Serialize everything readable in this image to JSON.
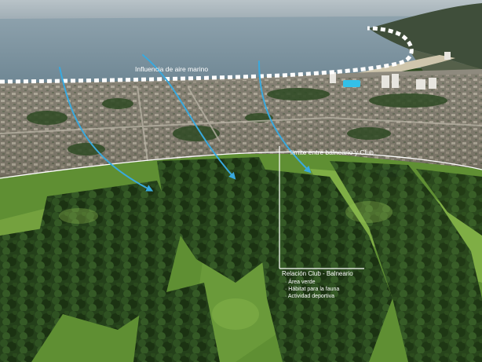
{
  "labels": {
    "marine_air": "Influencia de aire marino",
    "boundary": "límite entre balneario y Club",
    "relation_title": "Relación Club - Balneario",
    "relation_items": [
      "· Área verde",
      "· Hábitat para la fauna",
      "· Actividad deportiva"
    ]
  },
  "colors": {
    "arrow": "#39a9de",
    "annotation": "#ffffff",
    "sea": "#7f97a6",
    "forest": "#24401a",
    "fairway": "#6b9a3a",
    "town": "#8c8678"
  },
  "icons": [
    "wind-arrow-icon"
  ]
}
